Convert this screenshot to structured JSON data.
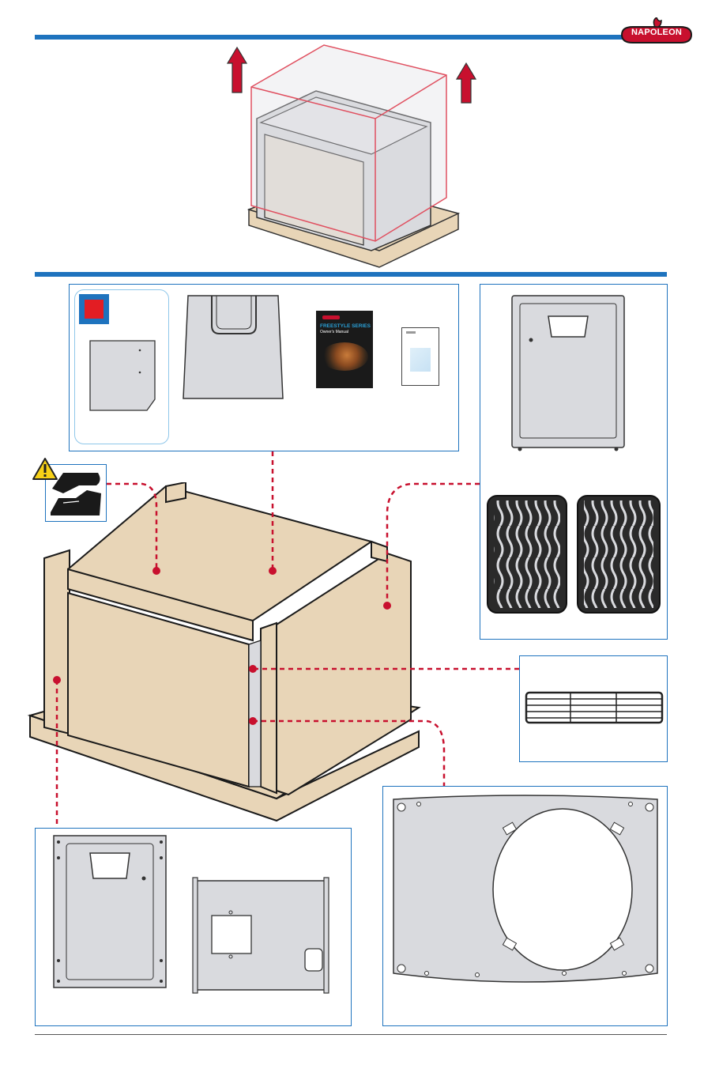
{
  "header": {
    "brand_name": "NAPOLEON"
  },
  "manual": {
    "series_title": "FREESTYLE SERIES",
    "subtitle": "Owner's Manual"
  },
  "colors": {
    "rule_blue": "#1e73be",
    "accent_red": "#c8102e",
    "cardboard": "#e8d5b7",
    "part_gray": "#d9dade",
    "warning_yellow": "#f7d117"
  },
  "icons": {
    "warning": "warning-icon",
    "lift_arrow": "arrow-up-icon",
    "brand": "napoleon-logo-icon"
  }
}
